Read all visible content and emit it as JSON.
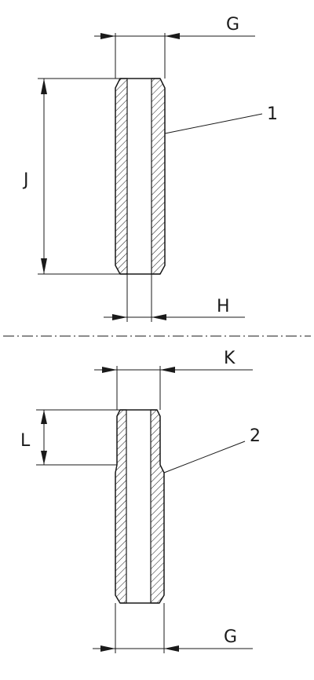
{
  "labels": {
    "g_top": "G",
    "h": "H",
    "j": "J",
    "part1": "1",
    "k": "K",
    "l": "L",
    "part2": "2",
    "g_bottom": "G"
  }
}
